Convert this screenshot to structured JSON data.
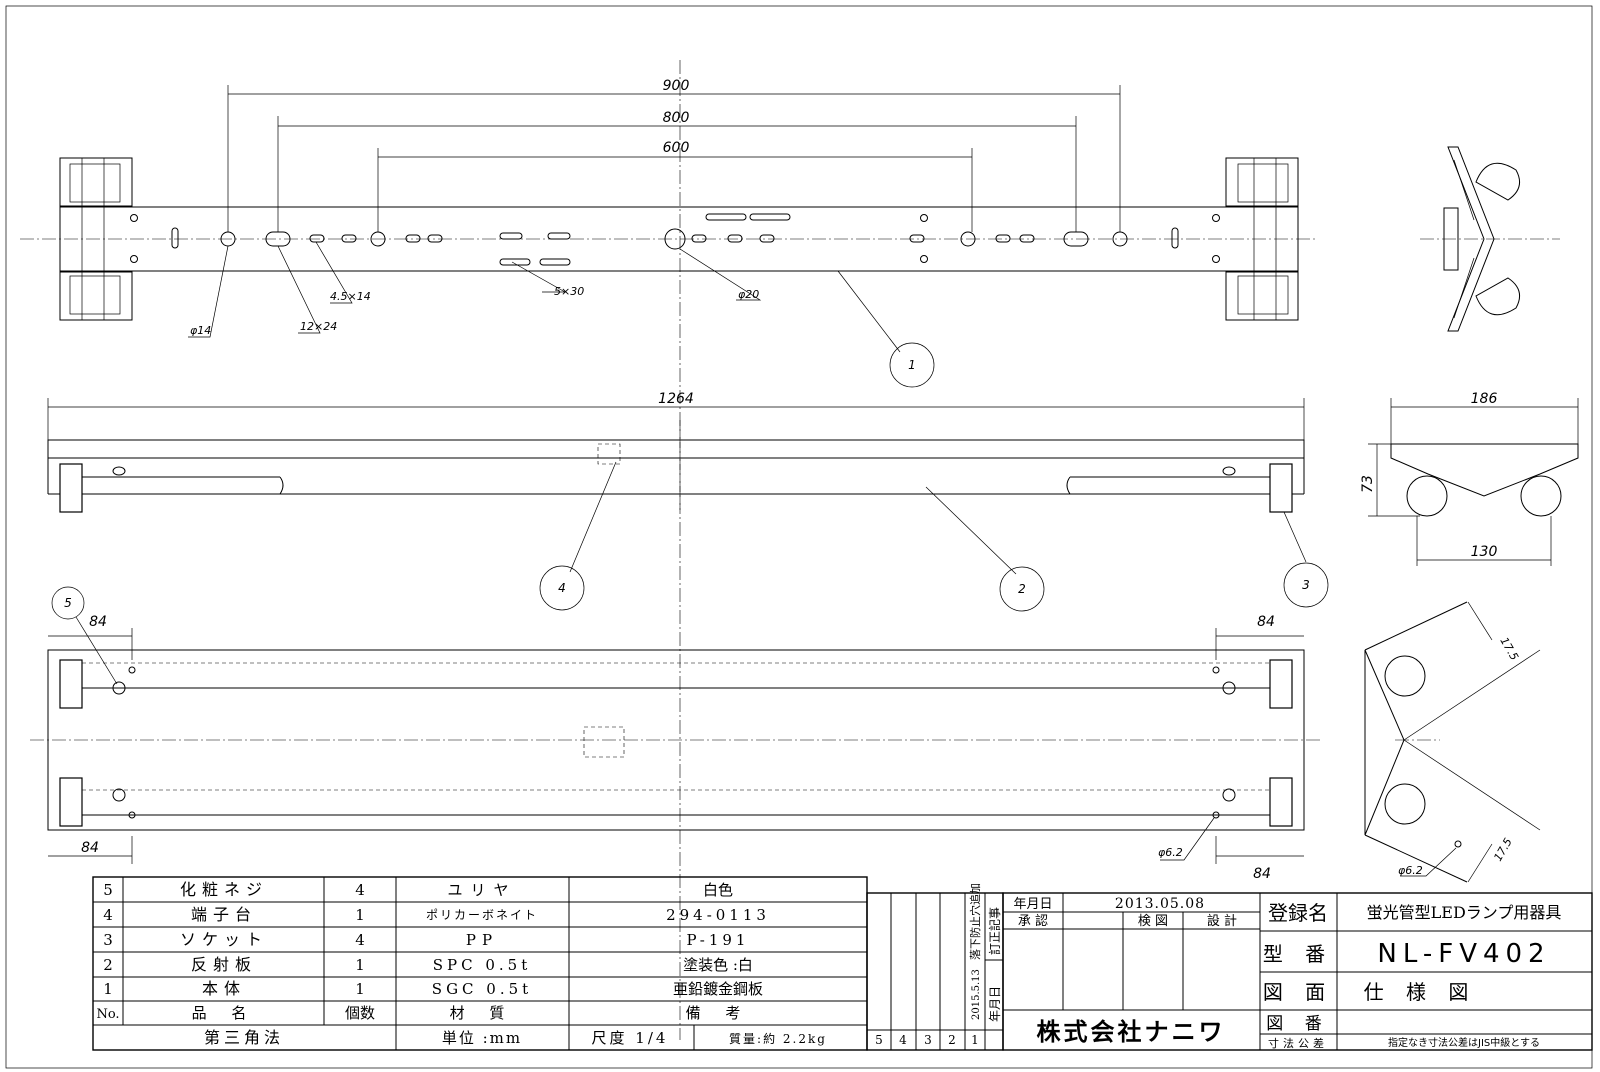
{
  "dimensions": {
    "mount_900": "900",
    "mount_800": "800",
    "mount_600": "600",
    "hole_phi14": "φ14",
    "slot_12x24": "12×24",
    "slot_45x14": "4.5×14",
    "slot_5x30": "5×30",
    "hole_phi20": "φ20",
    "overall_length": "1264",
    "side_width": "186",
    "side_height": "73",
    "side_inner": "130",
    "end_offset_left_top": "84",
    "end_offset_right_top": "84",
    "end_offset_left_bottom": "84",
    "end_offset_right_bottom": "84",
    "screw_hole": "φ6.2",
    "detail_17_5_top": "17.5",
    "detail_17_5_bottom": "17.5",
    "detail_phi62": "φ6.2"
  },
  "balloons": [
    "1",
    "2",
    "3",
    "4",
    "5"
  ],
  "parts_table": {
    "rows": [
      {
        "no": "5",
        "name": "化粧ネジ",
        "qty": "4",
        "material": "ユリヤ",
        "remarks": "白色"
      },
      {
        "no": "4",
        "name": "端子台",
        "qty": "1",
        "material": "ポリカーボネイト",
        "remarks": "294-0113"
      },
      {
        "no": "3",
        "name": "ソケット",
        "qty": "4",
        "material": "PP",
        "remarks": "P-191"
      },
      {
        "no": "2",
        "name": "反射板",
        "qty": "1",
        "material": "SPC 0.5t",
        "remarks": "塗装色 :白"
      },
      {
        "no": "1",
        "name": "本体",
        "qty": "1",
        "material": "SGC 0.5t",
        "remarks": "亜鉛鍍金鋼板"
      }
    ],
    "header": {
      "no": "No.",
      "name": "品 名",
      "qty": "個数",
      "material": "材 質",
      "remarks": "備 考"
    },
    "projection": "第三角法",
    "unit_label": "単位 :mm",
    "scale_label": "尺度 1/4",
    "weight_label": "質量:約 2.2kg"
  },
  "revision": {
    "columns": [
      "5",
      "4",
      "3",
      "2",
      "1"
    ],
    "date_rev1": "2015.5.13",
    "desc_rev1": "落下防止穴追加",
    "revision_label": "訂正記事",
    "date_label": "年月日"
  },
  "title_block": {
    "date_label": "年月日",
    "date_value": "2013.05.08",
    "approve_label": "承 認",
    "check_label": "検 図",
    "design_label": "設 計",
    "company": "株式会社ナニワ",
    "reg_name_label": "登録名",
    "reg_name_value": "蛍光管型LEDランプ用器具",
    "model_label": "型 番",
    "model_value": "NL-FV402",
    "drawing_label": "図 面",
    "drawing_value": "仕 様 図",
    "drawing_no_label": "図 番",
    "drawing_no_value": "",
    "tolerance_label": "寸法公差",
    "tolerance_value": "指定なき寸法公差はJIS中級とする"
  }
}
